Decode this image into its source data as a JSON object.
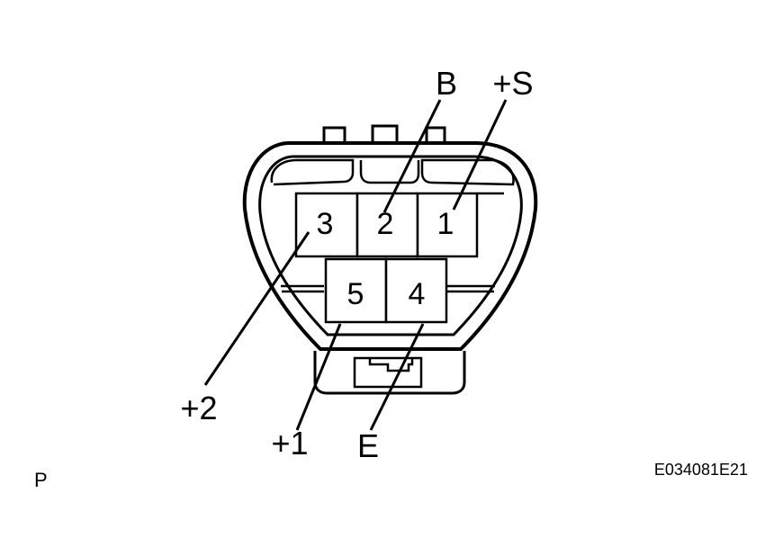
{
  "connector": {
    "pins": [
      {
        "number": "1",
        "signal": "+S"
      },
      {
        "number": "2",
        "signal": "B"
      },
      {
        "number": "3",
        "signal": "+2"
      },
      {
        "number": "4",
        "signal": "E"
      },
      {
        "number": "5",
        "signal": "+1"
      }
    ]
  },
  "labels": {
    "b": "B",
    "plus_s": "+S",
    "plus_2": "+2",
    "plus_1": "+1",
    "e": "E"
  },
  "corner_mark": "P",
  "figure_code": "E034081E21"
}
